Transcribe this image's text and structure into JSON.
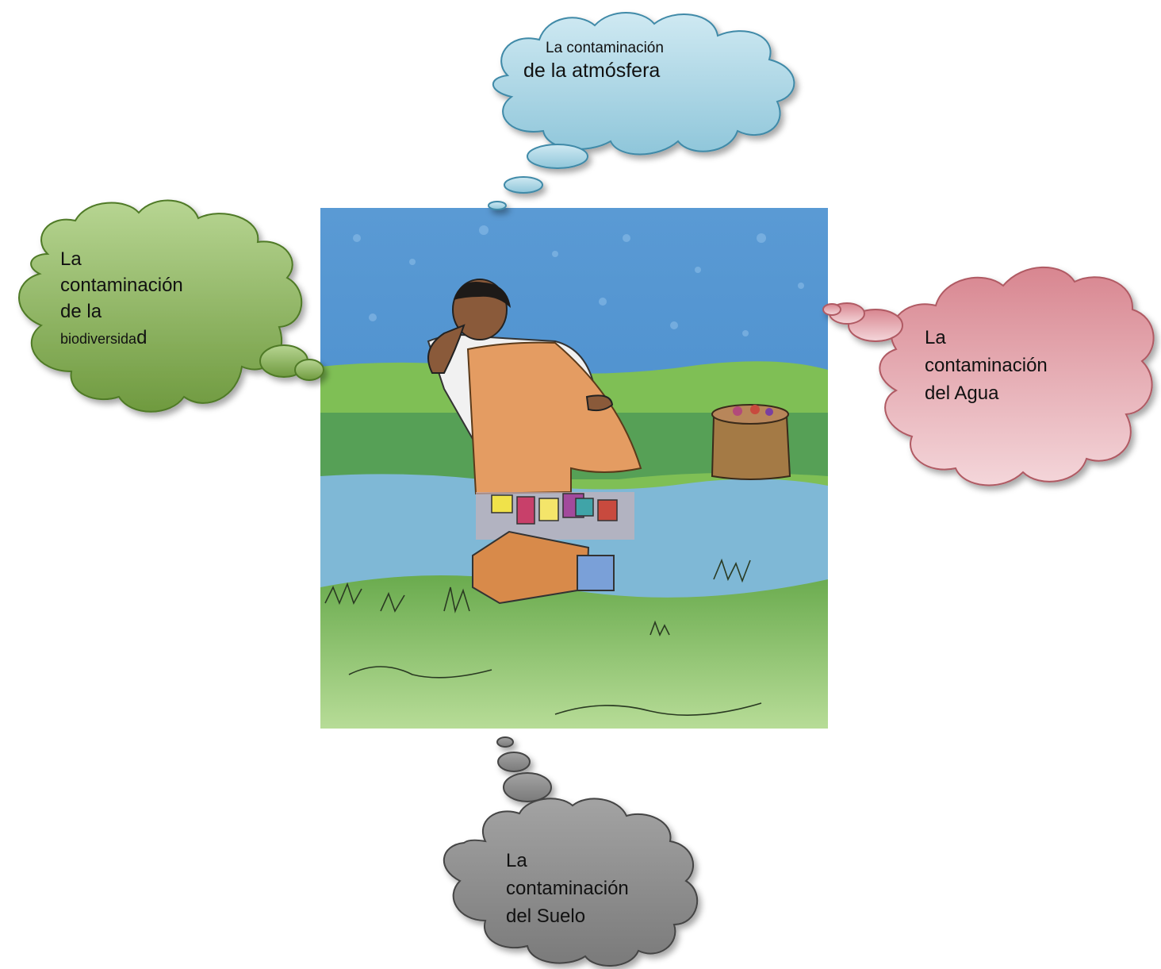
{
  "colors": {
    "cloud_top": "#a9d7e6",
    "cloud_left": "#86b055",
    "cloud_right": "#e3a3ab",
    "cloud_bottom": "#8e8e8e",
    "sky": "#4f93cf",
    "grass": "#77b85a",
    "water": "#7fb8d6"
  },
  "clouds": {
    "top": {
      "line1": "La contaminación",
      "line2": "de la atmósfera",
      "icon": "thought-cloud-icon"
    },
    "left": {
      "line1": "La",
      "line2": "contaminación",
      "line3": "de la",
      "line4_small": "biodiversida",
      "line4_end": "d",
      "icon": "thought-cloud-icon"
    },
    "right": {
      "line1": "La",
      "line2": "contaminación",
      "line3": "del Agua",
      "icon": "thought-cloud-icon"
    },
    "bottom": {
      "line1": "La",
      "line2": "contaminación",
      "line3": "del Suelo",
      "icon": "thought-cloud-icon"
    }
  },
  "illustration": {
    "icon": "person-collecting-trash-illustration"
  }
}
